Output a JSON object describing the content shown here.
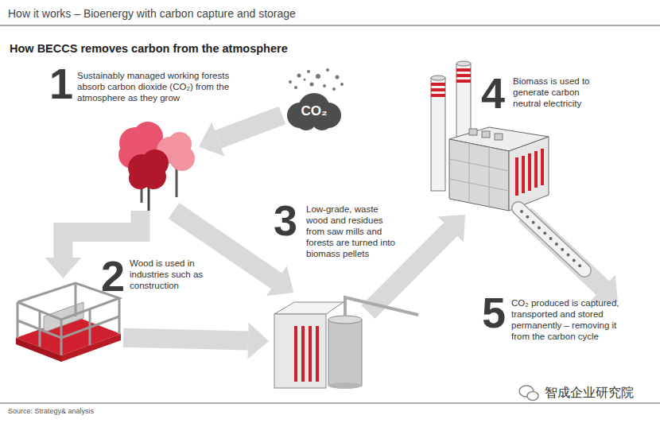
{
  "diagram": {
    "title": "How it works – Bioenergy with carbon capture and storage",
    "caption": "Source: Strategy& analysis",
    "nodes": [
      {
        "text": [
          "CO₂"
        ]
      },
      {
        "text": [
          "1",
          "Sustainably managed working forests absorb carbon dioxide (CO₂) from the atmosphere as they grow"
        ]
      },
      {
        "text": [
          "2",
          "Wood is used in industries such as construction"
        ]
      },
      {
        "text": [
          "3",
          "Low-grade, waste wood and residues from saw mills and forests are turned into biomass pellets"
        ]
      },
      {
        "text": [
          "4",
          "Biomass is used to generate carbon neutral electricity"
        ]
      },
      {
        "text": [
          "5",
          "CO₂ produced is captured, transported and stored permanently – removing it from the carbon cycle"
        ]
      }
    ],
    "edges": [
      {
        "from": 0,
        "to": 1,
        "arrow": "to"
      },
      {
        "from": 1,
        "to": 2,
        "arrow": "to"
      },
      {
        "from": 1,
        "to": 3,
        "arrow": "to"
      },
      {
        "from": 2,
        "to": 3,
        "arrow": "to"
      },
      {
        "from": 3,
        "to": 4,
        "arrow": "to"
      },
      {
        "from": 4,
        "to": 5,
        "arrow": "to"
      }
    ],
    "labels": [
      "How BECCS removes carbon from the atmosphere",
      "智成企业研究院"
    ]
  }
}
